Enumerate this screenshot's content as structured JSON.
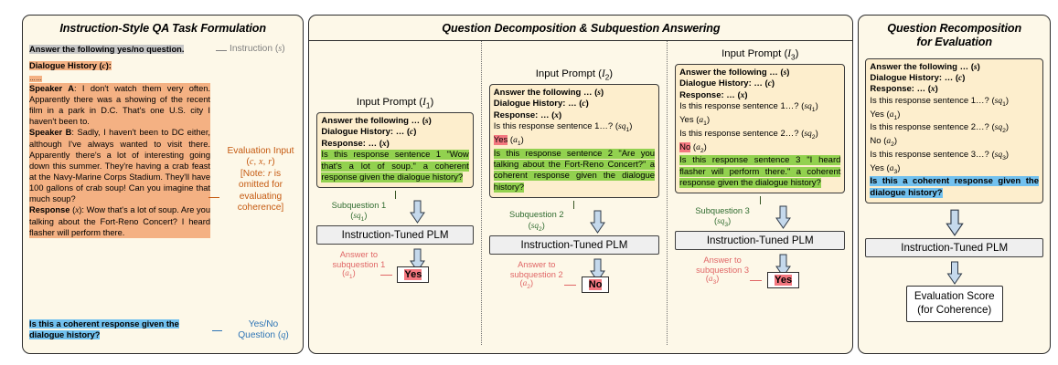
{
  "panels": {
    "p1": {
      "title": "Instruction-Style QA Task Formulation",
      "instruction_text": "Answer the following yes/no question.",
      "instruction_annot": "Instruction (s)",
      "dialogue_header": "Dialogue History (c):",
      "ellipsis": "……",
      "speaker_a": "Speaker A: I don't watch them very often. Apparently there was a showing of the recent film in a park in D.C. That's one U.S. city I haven't been to.",
      "speaker_b": "Speaker B: Sadly, I haven't been to DC either, although I've always wanted to visit there. Apparently there's a lot of interesting going down this summer. They're having a crab feast at the Navy-Marine Corps Stadium. They'll have 100 gallons of crab soup! Can you imagine that much soup?",
      "response": "Response (x): Wow that's a lot of soup. Are you talking about the Fort-Reno Concert? I heard flasher will perform there.",
      "question": "Is this a coherent response given the dialogue history?",
      "eval_annot_l1": "Evaluation Input",
      "eval_annot_l2": "(c, x, r)",
      "eval_annot_l3": "[Note: r is",
      "eval_annot_l4": "omitted for",
      "eval_annot_l5": "evaluating",
      "eval_annot_l6": "coherence]",
      "q_annot_l1": "Yes/No",
      "q_annot_l2": "Question (q)"
    },
    "p2": {
      "title": "Question Decomposition & Subquestion Answering",
      "plm_label": "Instruction-Tuned PLM",
      "columns": [
        {
          "prompt_label": "Input Prompt (I1)",
          "lines": [
            {
              "text": "Answer the following … (s)",
              "style": "bold"
            },
            {
              "text": "Dialogue History: … (c)",
              "style": "bold"
            },
            {
              "text": "Response: … (x)",
              "style": "bold"
            },
            {
              "text": "Is this response sentence 1 \"Wow that's a lot of soup.\" a coherent response given the dialogue history?",
              "style": "green"
            }
          ],
          "sub_label_l1": "Subquestion 1",
          "sub_label_l2": "(sq1)",
          "ans_label_l1": "Answer to",
          "ans_label_l2": "subquestion 1",
          "ans_label_l3": "(a1)",
          "answer": "Yes"
        },
        {
          "prompt_label": "Input Prompt (I2)",
          "lines": [
            {
              "text": "Answer the following … (s)",
              "style": "bold"
            },
            {
              "text": "Dialogue History: … (c)",
              "style": "bold"
            },
            {
              "text": "Response: … (x)",
              "style": "bold"
            },
            {
              "text": "Is this response sentence 1…? (sq1)",
              "style": "plain"
            },
            {
              "text": "Yes (a1)",
              "style": "redtag"
            },
            {
              "text": "Is this response sentence 2 \"Are you talking about the Fort-Reno Concert?\" a coherent response given the dialogue history?",
              "style": "green"
            }
          ],
          "sub_label_l1": "Subquestion 2",
          "sub_label_l2": "(sq2)",
          "ans_label_l1": "Answer to",
          "ans_label_l2": "subquestion 2",
          "ans_label_l3": "(a2)",
          "answer": "No"
        },
        {
          "prompt_label": "Input Prompt (I3)",
          "lines": [
            {
              "text": "Answer the following … (s)",
              "style": "bold"
            },
            {
              "text": "Dialogue History: … (c)",
              "style": "bold"
            },
            {
              "text": "Response: … (x)",
              "style": "bold"
            },
            {
              "text": "Is this response sentence 1…? (sq1)",
              "style": "plain"
            },
            {
              "text": "Yes (a1)",
              "style": "plain"
            },
            {
              "text": "Is this response sentence 2…? (sq2)",
              "style": "plain"
            },
            {
              "text": "No (a2)",
              "style": "redtag"
            },
            {
              "text": "Is this response sentence 3 \"I heard flasher will perform there.\" a coherent response given the dialogue history?",
              "style": "green"
            }
          ],
          "sub_label_l1": "Subquestion 3",
          "sub_label_l2": "(sq3)",
          "ans_label_l1": "Answer to",
          "ans_label_l2": "subquestion 3",
          "ans_label_l3": "(a3)",
          "answer": "Yes"
        }
      ]
    },
    "p3": {
      "title_l1": "Question Recomposition",
      "title_l2": "for Evaluation",
      "plm_label": "Instruction-Tuned PLM",
      "score_l1": "Evaluation Score",
      "score_l2": "(for Coherence)",
      "lines": [
        {
          "text": "Answer the following … (s)",
          "style": "bold"
        },
        {
          "text": "Dialogue History: … (c)",
          "style": "bold"
        },
        {
          "text": "Response: … (x)",
          "style": "bold"
        },
        {
          "text": "Is this response sentence 1…? (sq1)",
          "style": "plain"
        },
        {
          "text": "Yes (a1)",
          "style": "plain"
        },
        {
          "text": "Is this response sentence 2…? (sq2)",
          "style": "plain"
        },
        {
          "text": "No (a2)",
          "style": "plain"
        },
        {
          "text": "Is this response sentence 3…? (sq3)",
          "style": "plain"
        },
        {
          "text": "Yes (a3)",
          "style": "plain"
        },
        {
          "text": "Is this a coherent response given the dialogue history?",
          "style": "blue"
        }
      ]
    }
  },
  "colors": {
    "instruction_highlight": "#c6c6c6",
    "context_highlight": "#f4b183",
    "question_highlight": "#72c1ef",
    "subquestion_highlight": "#92d14f",
    "answer_highlight": "#f4777f",
    "panel_bg": "#fdf8e8",
    "prompt_bg": "#fdeecd",
    "arrow_fill": "#c5d9ec"
  }
}
